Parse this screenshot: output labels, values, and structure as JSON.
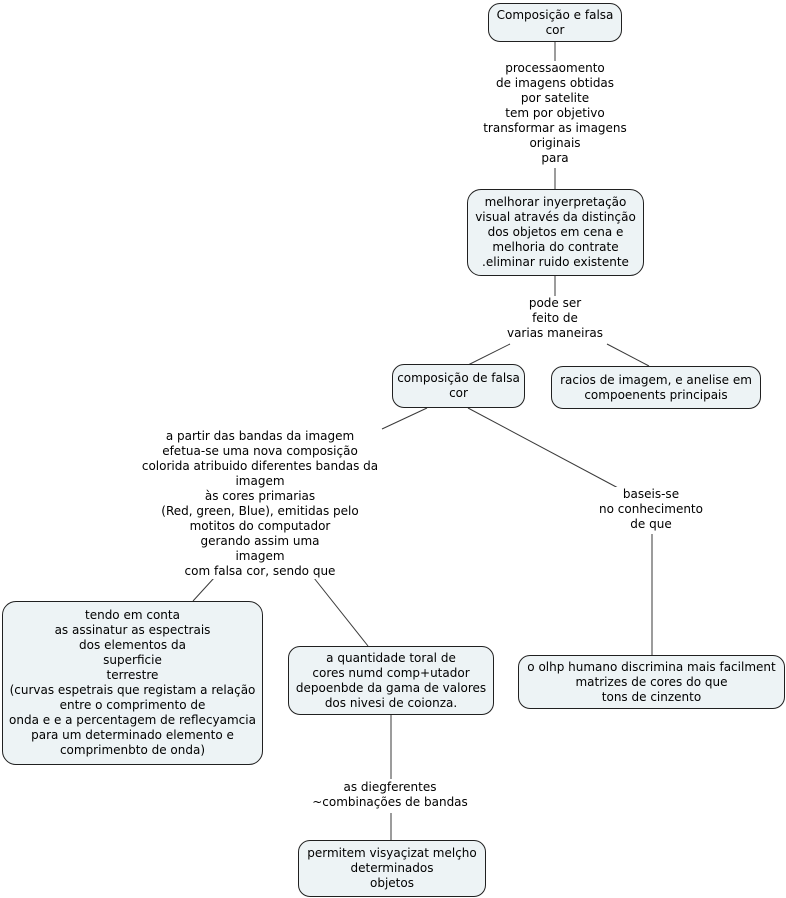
{
  "diagram_type": "concept-map",
  "colors": {
    "background": "#ffffff",
    "node_fill": "#edf3f5",
    "node_border": "#202020",
    "connector": "#3a3a3a",
    "text": "#000000"
  },
  "nodes": {
    "root": {
      "label": "Composição e falsa\ncor"
    },
    "objetivo": {
      "label": "melhorar inyerpretação\nvisual através da distinção\ndos objetos em cena e\nmelhoria do contrate\n.eliminar ruido existente"
    },
    "composicao_falsa_cor": {
      "label": "composição de falsa\ncor"
    },
    "racios": {
      "label": "racios de imagem, e anelise em\ncompoenents principais"
    },
    "assinaturas_espectrais": {
      "label": "tendo em conta\nas assinatur as espectrais\ndos elementos da\nsuperficie\nterrestre\n(curvas espetrais que registam a relação\nentre o comprimento de\nonda e e a percentagem de reflecyamcia\npara um determinado elemento e\ncomprimenbto de onda)"
    },
    "quantidade_cores": {
      "label": "a quantidade toral de\ncores numd comp+utador\ndepoenbde da gama de valores\ndos nivesi de coionza."
    },
    "olho_humano": {
      "label": "o olhp humano discrimina mais facilment\nmatrizes de cores do que\ntons de cinzento"
    },
    "permitem_visualizar": {
      "label": "permitem visyaçizat melçho\ndeterminados\nobjetos"
    }
  },
  "links": {
    "processamento": {
      "label": "processaomento\nde imagens obtidas\npor satelite\ntem por objetivo\ntransformar as imagens\noriginais\npara"
    },
    "pode_ser": {
      "label": "pode ser\nfeito de\nvarias maneiras"
    },
    "a_partir_das_bandas": {
      "label": "a partir das bandas da imagem\nefetua-se uma nova composição\ncolorida atribuido diferentes bandas da\nimagem\nàs cores primarias\n(Red, green, Blue), emitidas pelo\nmotitos do computador\ngerando assim uma\nimagem\ncom falsa cor, sendo que"
    },
    "baseia_se": {
      "label": "baseis-se\nno conhecimento\nde que"
    },
    "combinacoes_bandas": {
      "label": "as diegferentes\n~combinações de bandas"
    }
  }
}
